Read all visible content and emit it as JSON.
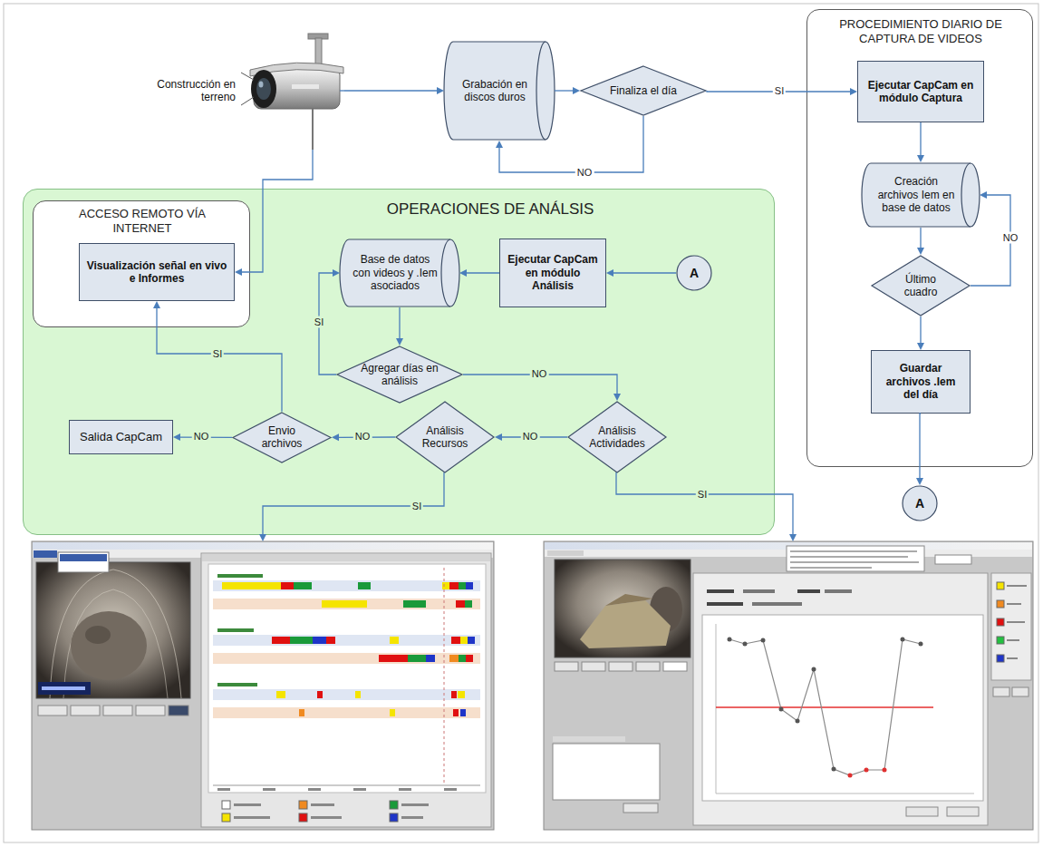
{
  "diagram": {
    "nodes": [
      {
        "text": [
          "Construcción en terreno"
        ]
      },
      {
        "text": [
          "Grabación en discos duros"
        ]
      },
      {
        "text": [
          "Finaliza el día"
        ]
      },
      {
        "text": [
          "PROCEDIMIENTO DIARIO DE CAPTURA DE VIDEOS"
        ]
      },
      {
        "text": [
          "Ejecutar CapCam en módulo Captura"
        ],
        "in": 3
      },
      {
        "text": [
          "Creación archivos Iem en base de datos"
        ],
        "in": 3
      },
      {
        "text": [
          "Último cuadro"
        ],
        "in": 3
      },
      {
        "text": [
          "Guardar archivos .Iem del día"
        ],
        "in": 3
      },
      {
        "text": [
          "A"
        ]
      },
      {
        "text": [
          "OPERACIONES DE ANÁLSIS"
        ]
      },
      {
        "text": [
          "ACCESO REMOTO VÍA INTERNET"
        ],
        "in": 9
      },
      {
        "text": [
          "Visualización señal en vivo e Informes"
        ],
        "in": 10
      },
      {
        "text": [
          "Base de datos con videos y .Iem asociados"
        ],
        "in": 9
      },
      {
        "text": [
          "Ejecutar CapCam en módulo Análisis"
        ],
        "in": 9
      },
      {
        "text": [
          "A"
        ],
        "in": 9
      },
      {
        "text": [
          "Agregar días en análisis"
        ],
        "in": 9
      },
      {
        "text": [
          "Salida CapCam"
        ],
        "in": 9
      },
      {
        "text": [
          "Envio archivos"
        ],
        "in": 9
      },
      {
        "text": [
          "Análisis Recursos"
        ],
        "in": 9
      },
      {
        "text": [
          "Análisis Actividades"
        ],
        "in": 9
      }
    ],
    "edges": [
      {
        "from": 0,
        "to": 1,
        "arrow": "to"
      },
      {
        "from": 1,
        "to": 2,
        "arrow": "to"
      },
      {
        "from": 2,
        "to": 1,
        "label": "NO",
        "arrow": "to"
      },
      {
        "from": 2,
        "to": 4,
        "label": "SI",
        "arrow": "to"
      },
      {
        "from": 4,
        "to": 5,
        "arrow": "to"
      },
      {
        "from": 5,
        "to": 6,
        "arrow": "to"
      },
      {
        "from": 6,
        "to": 5,
        "label": "NO",
        "arrow": "to"
      },
      {
        "from": 6,
        "to": 7,
        "arrow": "to"
      },
      {
        "from": 7,
        "to": 8,
        "arrow": "to"
      },
      {
        "from": 14,
        "to": 13,
        "arrow": "to"
      },
      {
        "from": 13,
        "to": 12,
        "arrow": "to"
      },
      {
        "from": 12,
        "to": 15,
        "arrow": "to"
      },
      {
        "from": 15,
        "to": 12,
        "label": "SI",
        "arrow": "to"
      },
      {
        "from": 15,
        "to": 19,
        "label": "NO",
        "arrow": "to"
      },
      {
        "from": 19,
        "to": 18,
        "label": "NO",
        "arrow": "to"
      },
      {
        "from": 18,
        "to": 17,
        "label": "NO",
        "arrow": "to"
      },
      {
        "from": 17,
        "to": 16,
        "label": "NO",
        "arrow": "to"
      },
      {
        "from": 17,
        "to": 11,
        "label": "SI",
        "arrow": "to"
      },
      {
        "from": 0,
        "to": 11,
        "arrow": "to"
      }
    ],
    "labels": [
      "SI",
      "SI"
    ]
  }
}
